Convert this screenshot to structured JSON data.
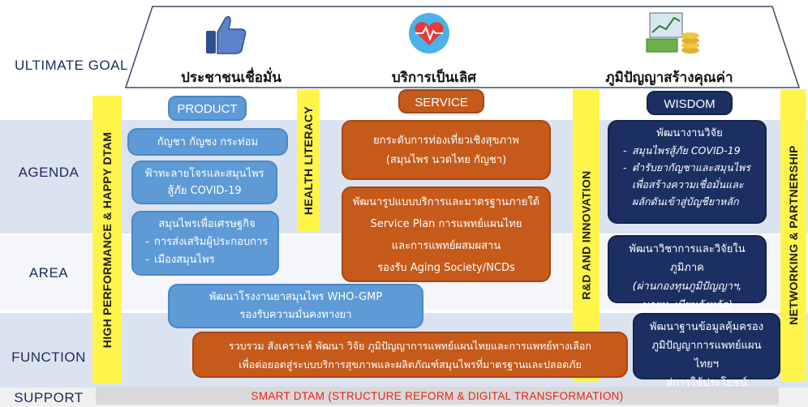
{
  "row_labels": {
    "ultimate_goal": "ULTIMATE GOAL",
    "agenda": "AGENDA",
    "area": "AREA",
    "function": "FUNCTION",
    "support": "SUPPORT"
  },
  "goals": {
    "people": "ประชาชนเชื่อมั่น",
    "service": "บริการเป็นเลิศ",
    "wisdom": "ภูมิปัญญาสร้างคุณค่า"
  },
  "icons": {
    "people": "thumbs-up-icon",
    "service": "heart-pulse-icon",
    "wisdom": "money-chart-icon"
  },
  "vertical_bars": {
    "left": "HIGH PERFORMANCE & HAPPY DTAM",
    "health": "HEALTH LITERACY",
    "rnd": "R&D AND INNOVATION",
    "network": "NETWORKING & PARTNERSHIP"
  },
  "pillars": {
    "product": "PRODUCT",
    "service": "SERVICE",
    "wisdom": "WISDOM"
  },
  "product_boxes": {
    "cannabis": "กัญชา กัญชง กระท่อม",
    "covid_line1": "ฟ้าทะลายโจรและสมุนไพร",
    "covid_line2": "สู้ภัย COVID-19",
    "econ_title": "สมุนไพรเพื่อเศรษฐกิจ",
    "econ_items": [
      "การส่งเสริมผู้ประกอบการ",
      "เมืองสมุนไพร"
    ],
    "factory_line1": "พัฒนาโรงงานยาสมุนไพร WHO-GMP",
    "factory_line2": "รองรับความมั่นคงทางยา"
  },
  "service_boxes": {
    "tourism_line1": "ยกระดับการท่องเที่ยวเชิงสุขภาพ",
    "tourism_line2": "(สมุนไพร นวดไทย กัญชา)",
    "model_lines": [
      "พัฒนารูปแบบบริการและมาตรฐานภายใต้",
      "Service Plan การแพทย์แผนไทย",
      "และการแพทย์ผสมผสาน",
      "รองรับ Aging Society/NCDs"
    ]
  },
  "wisdom_boxes": {
    "research_title": "พัฒนางานวิจัย",
    "research_items": [
      "สมุนไพรสู้ภัย COVID-19",
      "ตำรับยากัญชาและสมุนไพรเพื่อสร้างความเชื่อมั่นและผลักดันเข้าสู่บัญชียาหลัก"
    ],
    "regional_title": "พัฒนาวิชาการและวิจัยในภูมิภาค",
    "regional_sub_line1": "(ผ่านกองทุนภูมิปัญญาฯ,",
    "regional_sub_line2": "นายทะเบียนจังหวัด)",
    "database_lines": [
      "พัฒนาฐานข้อมูลคุ้มครอง",
      "ภูมิปัญญาการแพทย์แผนไทยฯ",
      "สู่การใช้ประโยชน์"
    ]
  },
  "function_box": {
    "line1": "รวบรวม สังเคราะห์ พัฒนา วิจัย ภูมิปัญญาการแพทย์แผนไทยและการแพทย์ทางเลือก",
    "line2": "เพื่อต่อยอดสู่ระบบบริการสุขภาพและผลิตภัณฑ์สมุนไพรที่มาตรฐานและปลอดภัย"
  },
  "support_text": "SMART DTAM (STRUCTURE REFORM & DIGITAL TRANSFORMATION)",
  "colors": {
    "band": "#dbe3f1",
    "yellow": "#fff54a",
    "product_blue": "#5e9bd6",
    "service_orange": "#c55a1a",
    "wisdom_navy": "#1b2f63",
    "support_red": "#e8231a"
  }
}
